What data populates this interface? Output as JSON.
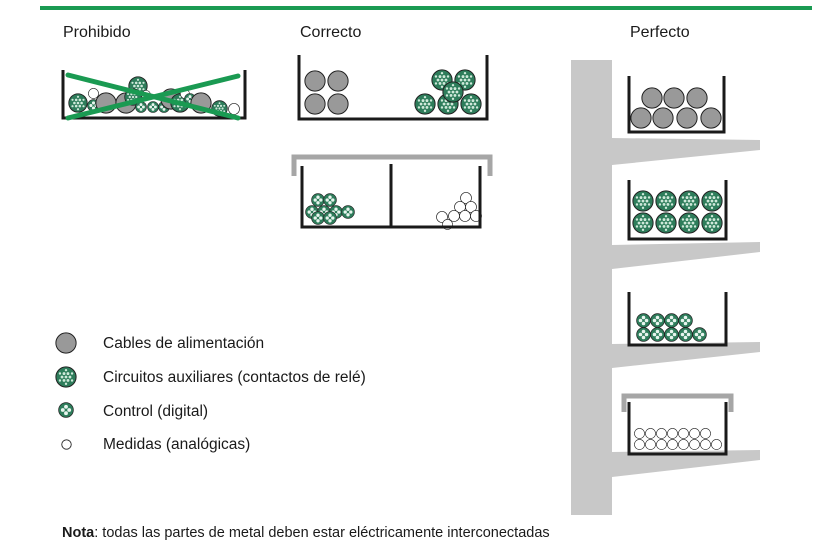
{
  "titles": {
    "prohibited": "Prohibido",
    "correct": "Correcto",
    "perfect": "Perfecto"
  },
  "legend": [
    {
      "icon": "power-cable-icon",
      "label": "Cables de alimentación"
    },
    {
      "icon": "auxiliary-circuit-cable-icon",
      "label": "Circuitos auxiliares (contactos de relé)"
    },
    {
      "icon": "control-cable-icon",
      "label": "Control (digital)"
    },
    {
      "icon": "measurement-cable-icon",
      "label": "Medidas (analógicas)"
    }
  ],
  "note": {
    "bold": "Nota",
    "text": ": todas las partes de metal deben estar eléctricamente interconectadas"
  },
  "colors": {
    "accent_green": "#1a9a52",
    "power_gray": "#999999",
    "aux_green": "#2e7d5b",
    "wall_gray": "#c8c8c8"
  }
}
